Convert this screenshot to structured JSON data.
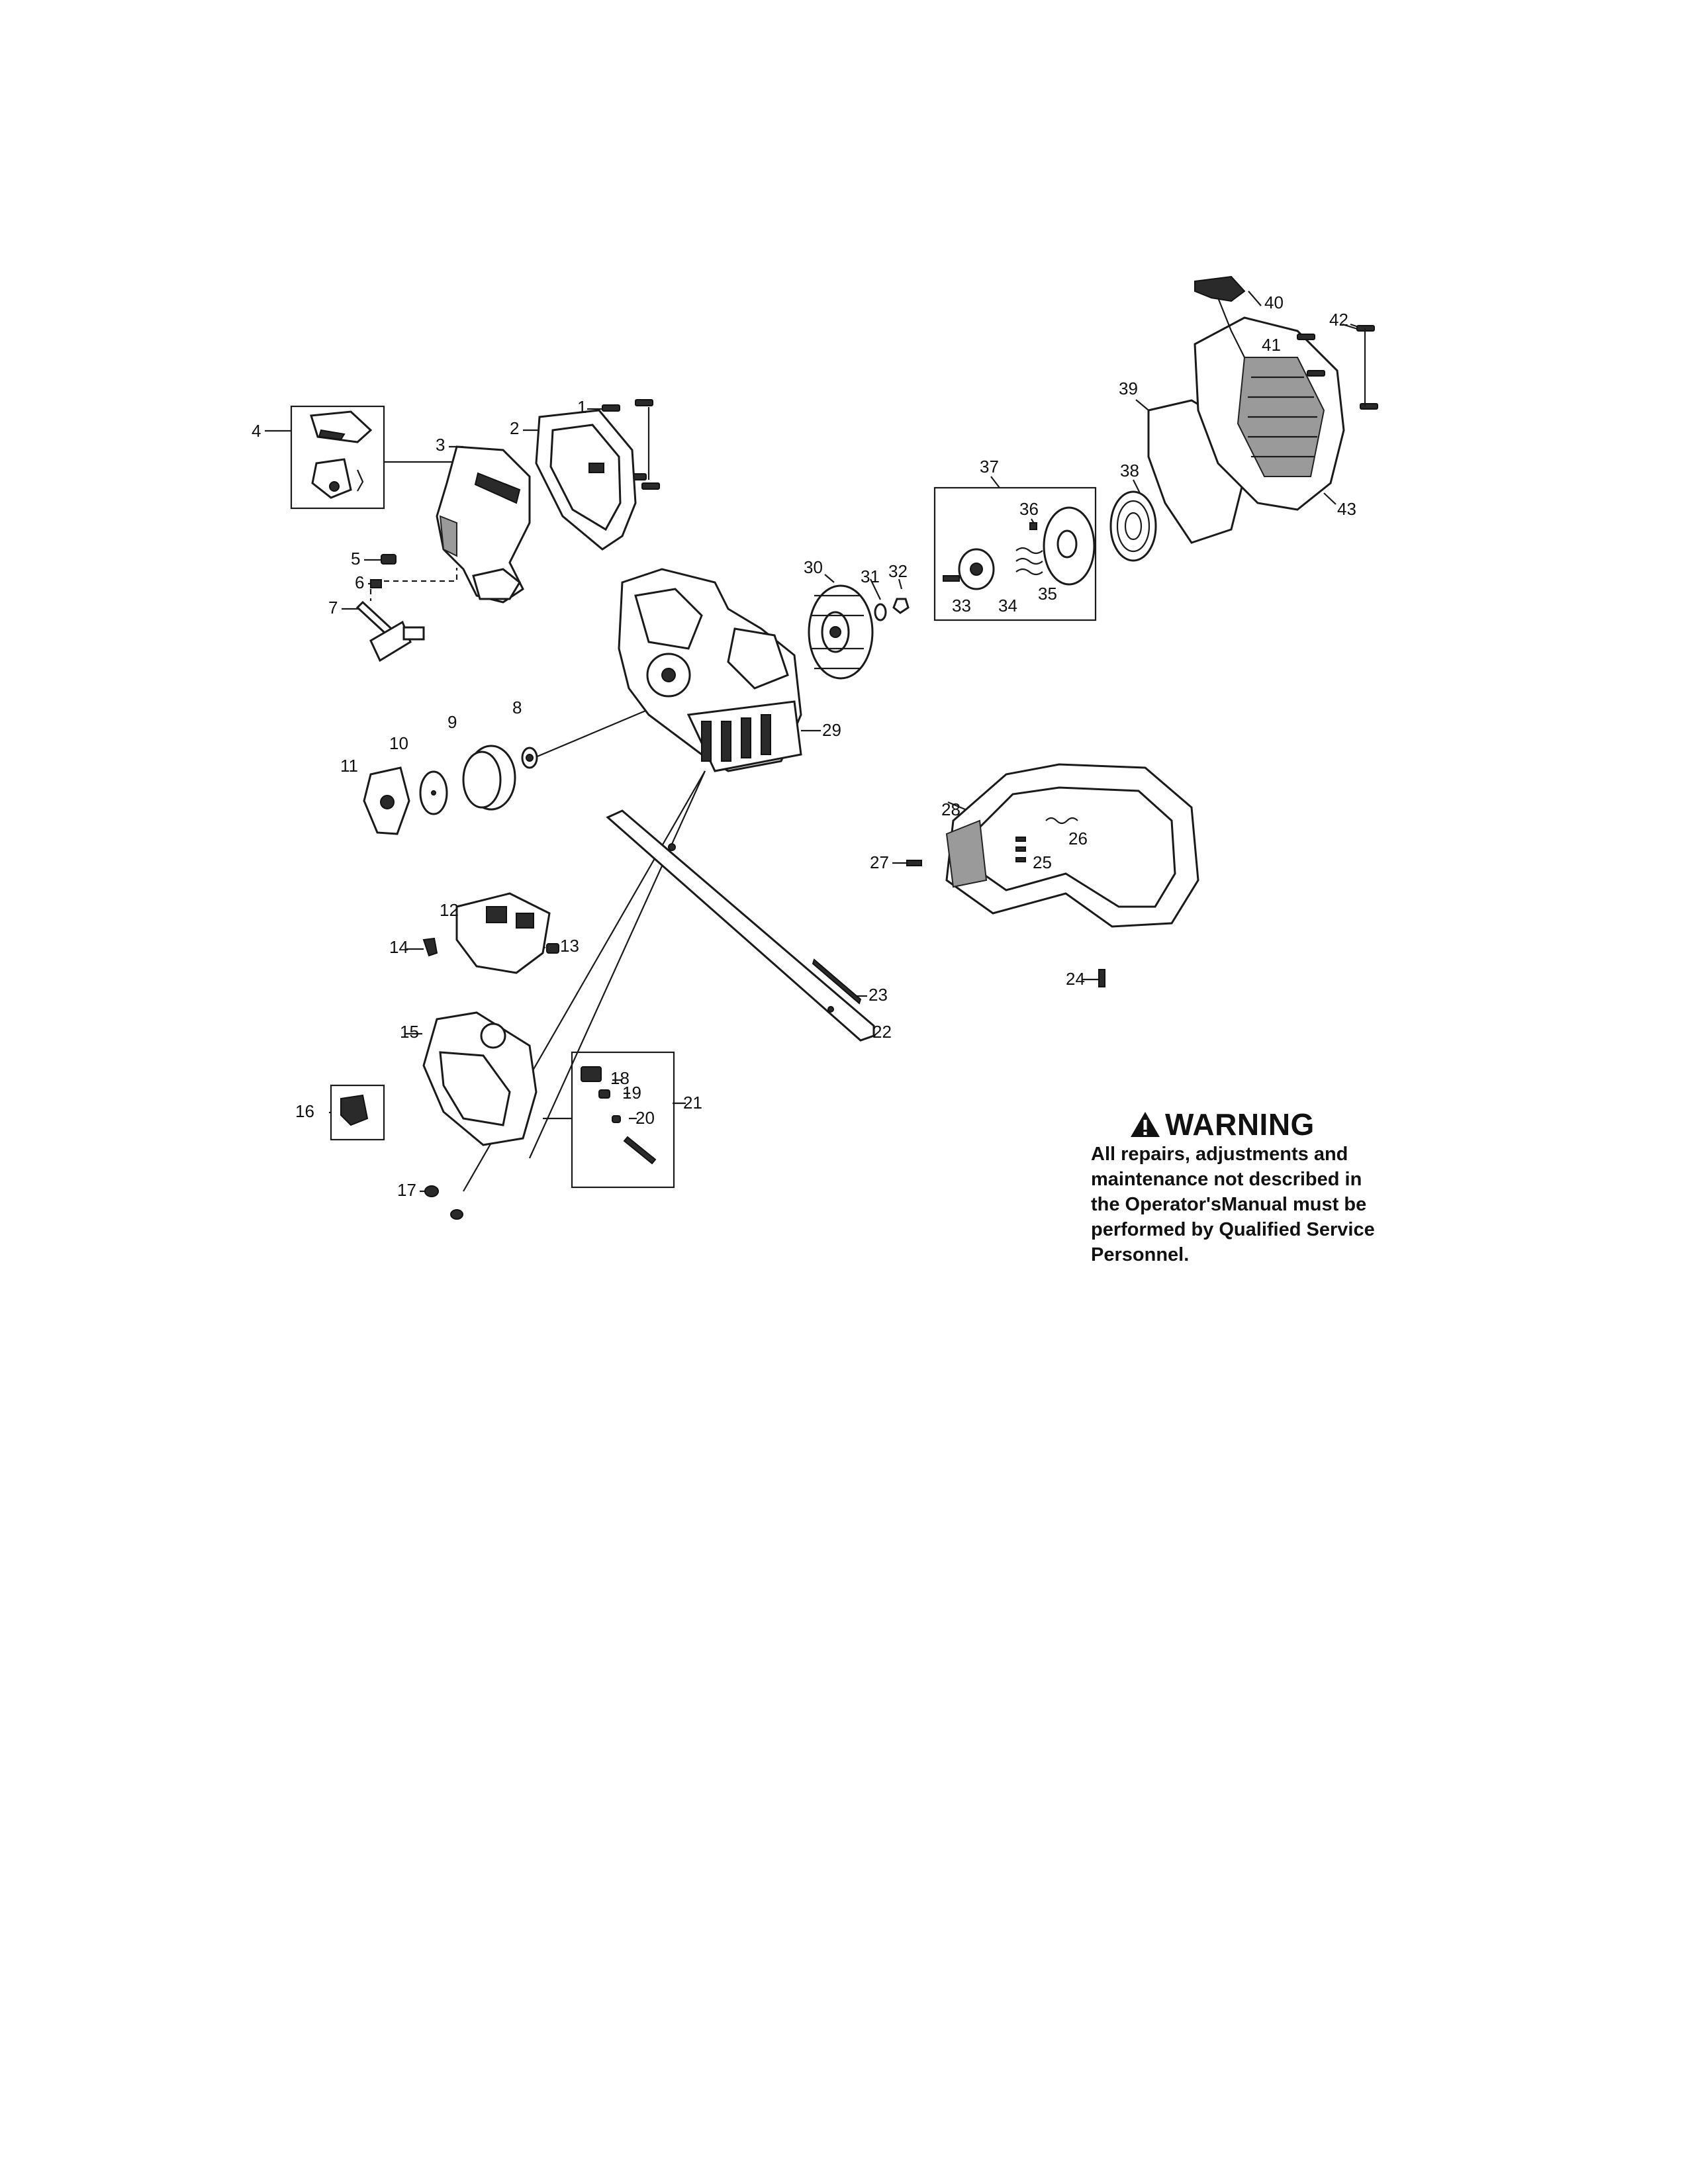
{
  "diagram": {
    "callouts": [
      "1",
      "2",
      "3",
      "4",
      "5",
      "6",
      "7",
      "8",
      "9",
      "10",
      "11",
      "12",
      "13",
      "14",
      "15",
      "16",
      "17",
      "18",
      "19",
      "20",
      "21",
      "22",
      "23",
      "24",
      "25",
      "26",
      "27",
      "28",
      "29",
      "30",
      "31",
      "32",
      "33",
      "34",
      "35",
      "36",
      "37",
      "38",
      "39",
      "40",
      "41",
      "42",
      "43"
    ]
  },
  "warning": {
    "icon": "warning-triangle-icon",
    "title": "WARNING",
    "text": "All repairs, adjustments and\nmaintenance not described in\nthe Operator'sManual must be\nperformed by Qualified Service\nPersonnel."
  }
}
